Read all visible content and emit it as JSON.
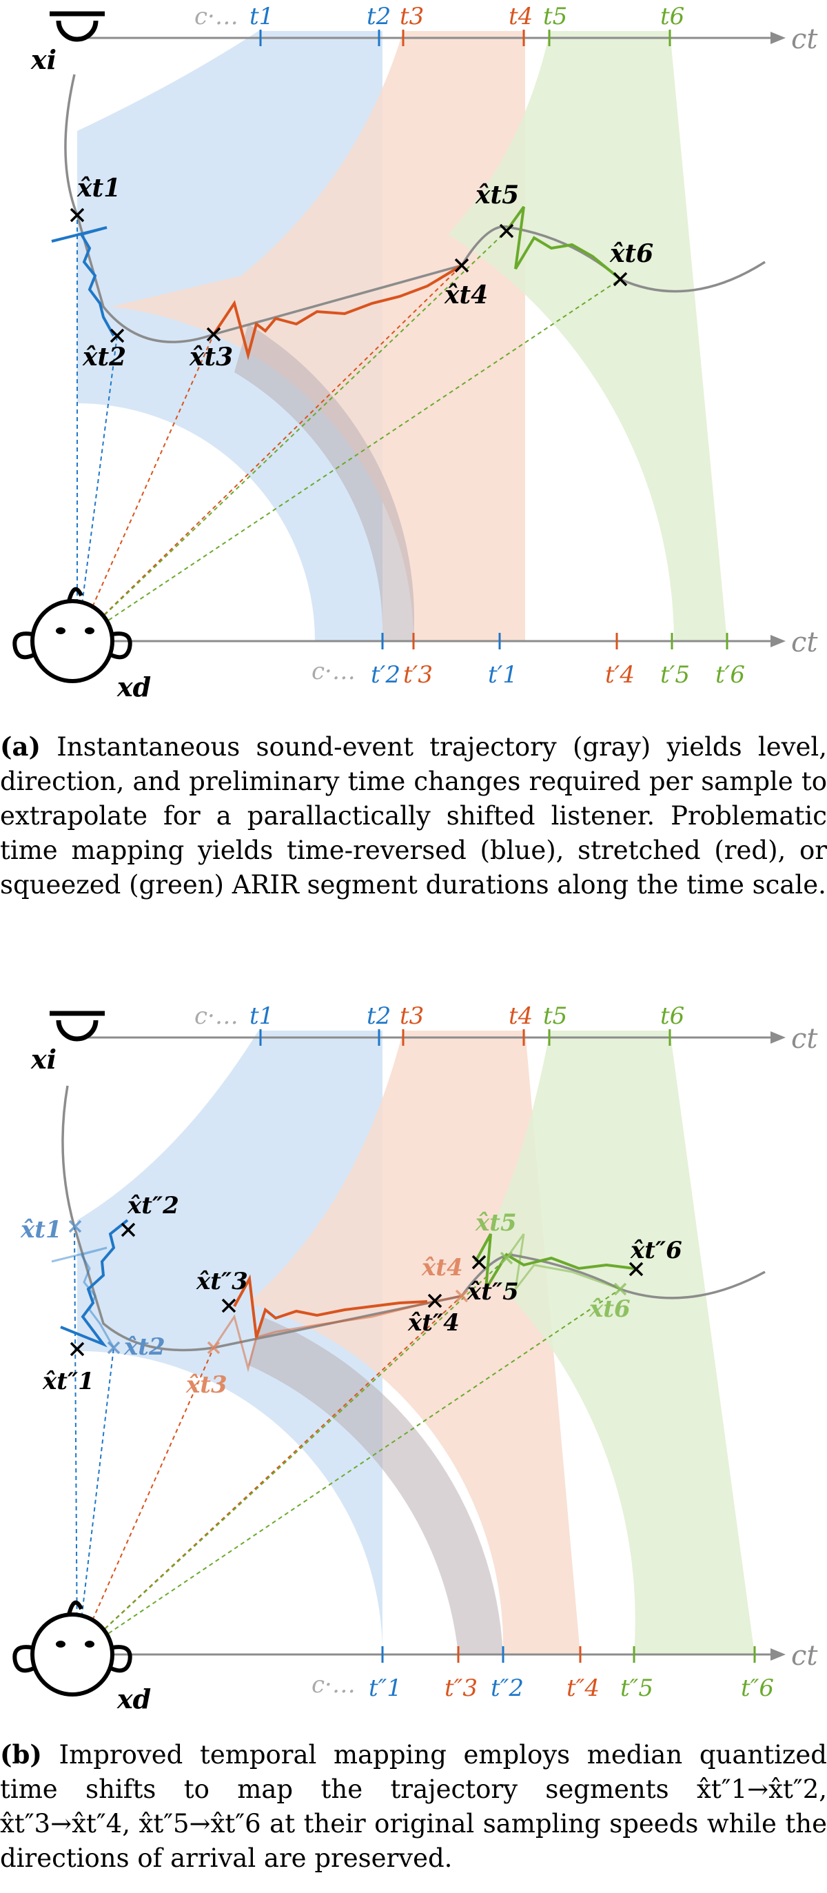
{
  "colors": {
    "blue": "#1f77c8",
    "red": "#d9541e",
    "green": "#6aaa2c",
    "gray": "#8c8c8c",
    "blue_band": "#cfe2f4",
    "red_band": "#f8dccf",
    "green_band": "#e2efd4"
  },
  "panel_a": {
    "axis_label": "ct",
    "top_ticks": [
      "c·…",
      "t1",
      "t2",
      "t3",
      "t4",
      "t5",
      "t6"
    ],
    "bottom_ticks": [
      "c·…",
      "t′2",
      "t′3",
      "t′1",
      "t′4",
      "t′5",
      "t′6"
    ],
    "points": [
      "x̂t1",
      "x̂t2",
      "x̂t3",
      "x̂t4",
      "x̂t5",
      "x̂t6"
    ],
    "source_label": "xi",
    "listener_label": "xd",
    "caption_tag": "(a)",
    "caption_text": "Instantaneous sound-event trajectory (gray) yields level, direction, and preliminary time changes required per sample to extrapolate for a parallactically shifted listener. Problematic time mapping yields time-reversed (blue), stretched (red), or squeezed (green) ARIR segment durations along the time scale."
  },
  "panel_b": {
    "axis_label": "ct",
    "top_ticks": [
      "c·…",
      "t1",
      "t2",
      "t3",
      "t4",
      "t5",
      "t6"
    ],
    "bottom_ticks": [
      "c·…",
      "t″1",
      "t″3",
      "t″2",
      "t″4",
      "t″5",
      "t″6"
    ],
    "points_orig": [
      "x̂t1",
      "x̂t2",
      "x̂t3",
      "x̂t4",
      "x̂t5",
      "x̂t6"
    ],
    "points_new": [
      "x̂t″1",
      "x̂t″2",
      "x̂t″3",
      "x̂t″4",
      "x̂t″5",
      "x̂t″6"
    ],
    "source_label": "xi",
    "listener_label": "xd",
    "caption_tag": "(b)",
    "caption_text": "Improved temporal mapping employs median quantized time shifts to map the trajectory segments x̂t″1→x̂t″2, x̂t″3→x̂t″4, x̂t″5→x̂t″6 at their original sampling speeds while the directions of arrival are preserved."
  }
}
